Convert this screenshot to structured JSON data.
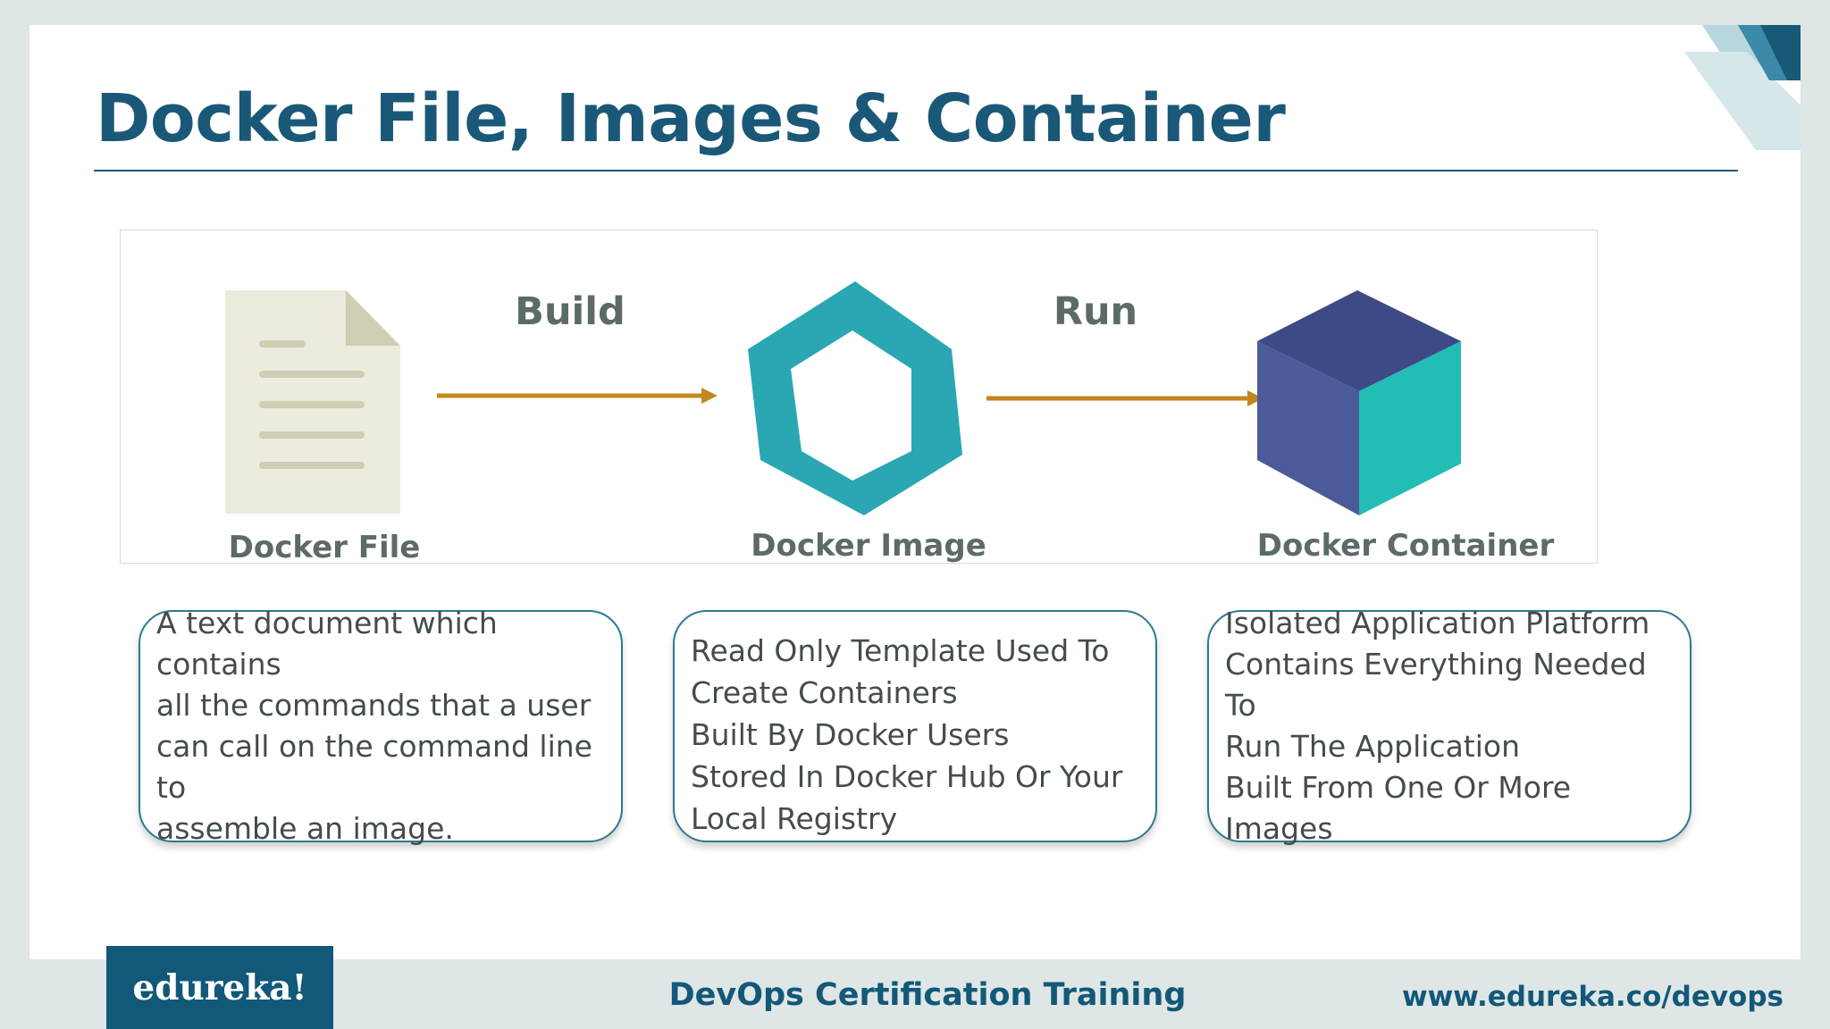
{
  "slide": {
    "title": "Docker File, Images & Container"
  },
  "diagram": {
    "nodes": [
      {
        "label": "Docker File",
        "icon": "document-icon"
      },
      {
        "label": "Docker Image",
        "icon": "hexagon-icon"
      },
      {
        "label": "Docker Container",
        "icon": "cube-icon"
      }
    ],
    "steps": [
      {
        "label": "Build"
      },
      {
        "label": "Run"
      }
    ]
  },
  "descriptions": [
    {
      "lines": [
        "A text document which contains",
        "all the commands that a user",
        "can call on the command line to",
        "assemble an image."
      ]
    },
    {
      "lines": [
        "Read Only Template Used To",
        "Create Containers",
        "Built By Docker Users",
        "Stored In Docker Hub Or Your",
        "Local Registry"
      ]
    },
    {
      "lines": [
        "Isolated Application Platform",
        "Contains Everything Needed To",
        "Run The Application",
        "Built From One Or More Images"
      ]
    }
  ],
  "footer": {
    "logo": "edureka!",
    "center": "DevOps Certification Training",
    "url": "www.edureka.co/devops"
  },
  "colors": {
    "title": "#1a5878",
    "arrow": "#c2871d",
    "hexagon": "#2aa7b3",
    "cube_top": "#3d4a86",
    "cube_left": "#4b5a98",
    "cube_right": "#22bdb5",
    "document": "#ecebdd",
    "box_border": "#2b7a91"
  }
}
